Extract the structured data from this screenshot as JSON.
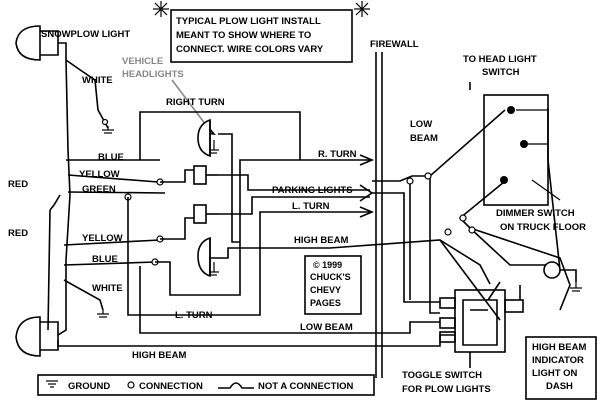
{
  "note": {
    "line1": "TYPICAL PLOW LIGHT INSTALL",
    "line2": "MEANT TO SHOW WHERE TO",
    "line3": "CONNECT. WIRE COLORS  VARY"
  },
  "labels": {
    "snowplow_light": "SNOWPLOW LIGHT",
    "white_top": "WHITE",
    "vehicle": "VEHICLE",
    "headlights": "HEADLIGHTS",
    "right_turn": "RIGHT TURN",
    "blue_top": "BLUE",
    "yellow_top": "YELLOW",
    "green": "GREEN",
    "red_top": "RED",
    "red_bottom": "RED",
    "yellow_bottom": "YELLOW",
    "blue_bottom": "BLUE",
    "white_bottom": "WHITE",
    "r_turn": "R. TURN",
    "parking_lights": "PARKING LIGHTS",
    "l_turn_mid": "L. TURN",
    "high_beam_mid": "HIGH BEAM",
    "l_turn_bottom": "L. TURN",
    "low_beam_bottom": "LOW BEAM",
    "high_beam_bottom": "HIGH BEAM",
    "firewall": "FIREWALL",
    "to_head_light_1": "TO HEAD LIGHT",
    "to_head_light_2": "SWITCH",
    "low_beam_1": "LOW",
    "low_beam_2": "BEAM",
    "dimmer_1": "DIMMER SWITCH",
    "dimmer_2": "ON TRUCK FLOOR",
    "toggle_1": "TOGGLE SWITCH",
    "toggle_2": "FOR PLOW LIGHTS",
    "indicator_1": "HIGH BEAM",
    "indicator_2": "INDICATOR",
    "indicator_3": "LIGHT  ON",
    "indicator_4": "DASH"
  },
  "copyright": {
    "line1": "© 1999",
    "line2": "CHUCK'S",
    "line3": "CHEVY",
    "line4": "PAGES"
  },
  "legend": {
    "ground": "GROUND",
    "connection": "CONNECTION",
    "not_connection": "NOT A CONNECTION"
  },
  "colors": {
    "ink": "#000000",
    "gray_label": "#888888",
    "background": "#ffffff"
  }
}
